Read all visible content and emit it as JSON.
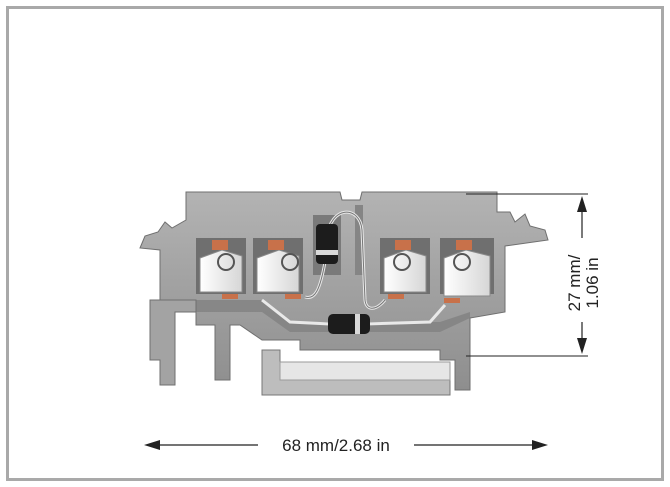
{
  "dimensions": {
    "width_label": "68 mm/2.68 in",
    "height_label_mm": "27 mm/",
    "height_label_in": "1.06 in"
  },
  "colors": {
    "housing": "#9a9a9a",
    "housing_dark": "#6f6f6f",
    "clamp": "#f4f4f4",
    "contact": "#c8714a",
    "diode": "#1c1c1c",
    "frame": "#a9a9a9"
  }
}
